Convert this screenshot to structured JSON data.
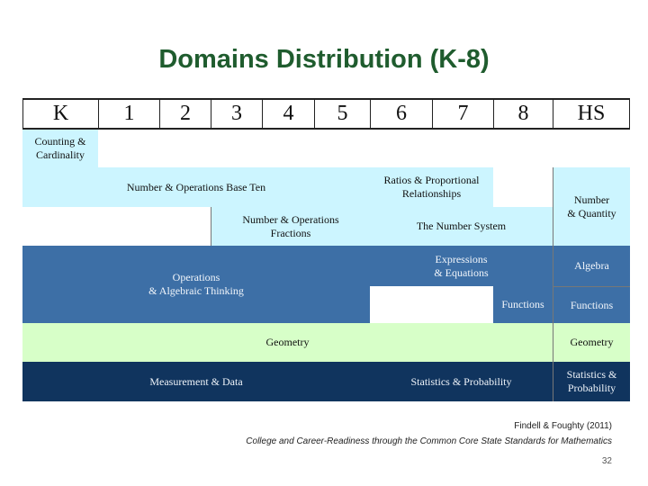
{
  "title": "Domains Distribution (K-8)",
  "headers": [
    "K",
    "1",
    "2",
    "3",
    "4",
    "5",
    "6",
    "7",
    "8",
    "HS"
  ],
  "domains": {
    "counting": "Counting & Cardinality",
    "nbt": "Number & Operations Base Ten",
    "nf_line1": "Number & Operations",
    "nf_line2": "Fractions",
    "rp_line1": "Ratios & Proportional",
    "rp_line2": "Relationships",
    "ns": "The Number System",
    "hs_number_line1": "Number",
    "hs_number_line2": "& Quantity",
    "ee_line1": "Expressions",
    "ee_line2": "& Equations",
    "hs_algebra": "Algebra",
    "oa_line1": "Operations",
    "oa_line2": "& Algebraic Thinking",
    "functions": "Functions",
    "hs_functions": "Functions",
    "geometry": "Geometry",
    "hs_geometry": "Geometry",
    "md": "Measurement & Data",
    "sp": "Statistics & Probability",
    "hs_sp_line1": "Statistics &",
    "hs_sp_line2": "Probability"
  },
  "colors": {
    "light_blue": "#ccf5ff",
    "medium_blue": "#3d6fa6",
    "light_green": "#d7ffc8",
    "dark_blue": "#10345e",
    "title_green": "#1f5c2e"
  },
  "citation": {
    "line1": "Findell & Foughty (2011)",
    "line2": "College and Career-Readiness through the Common Core State Standards for Mathematics"
  },
  "page_number": "32"
}
